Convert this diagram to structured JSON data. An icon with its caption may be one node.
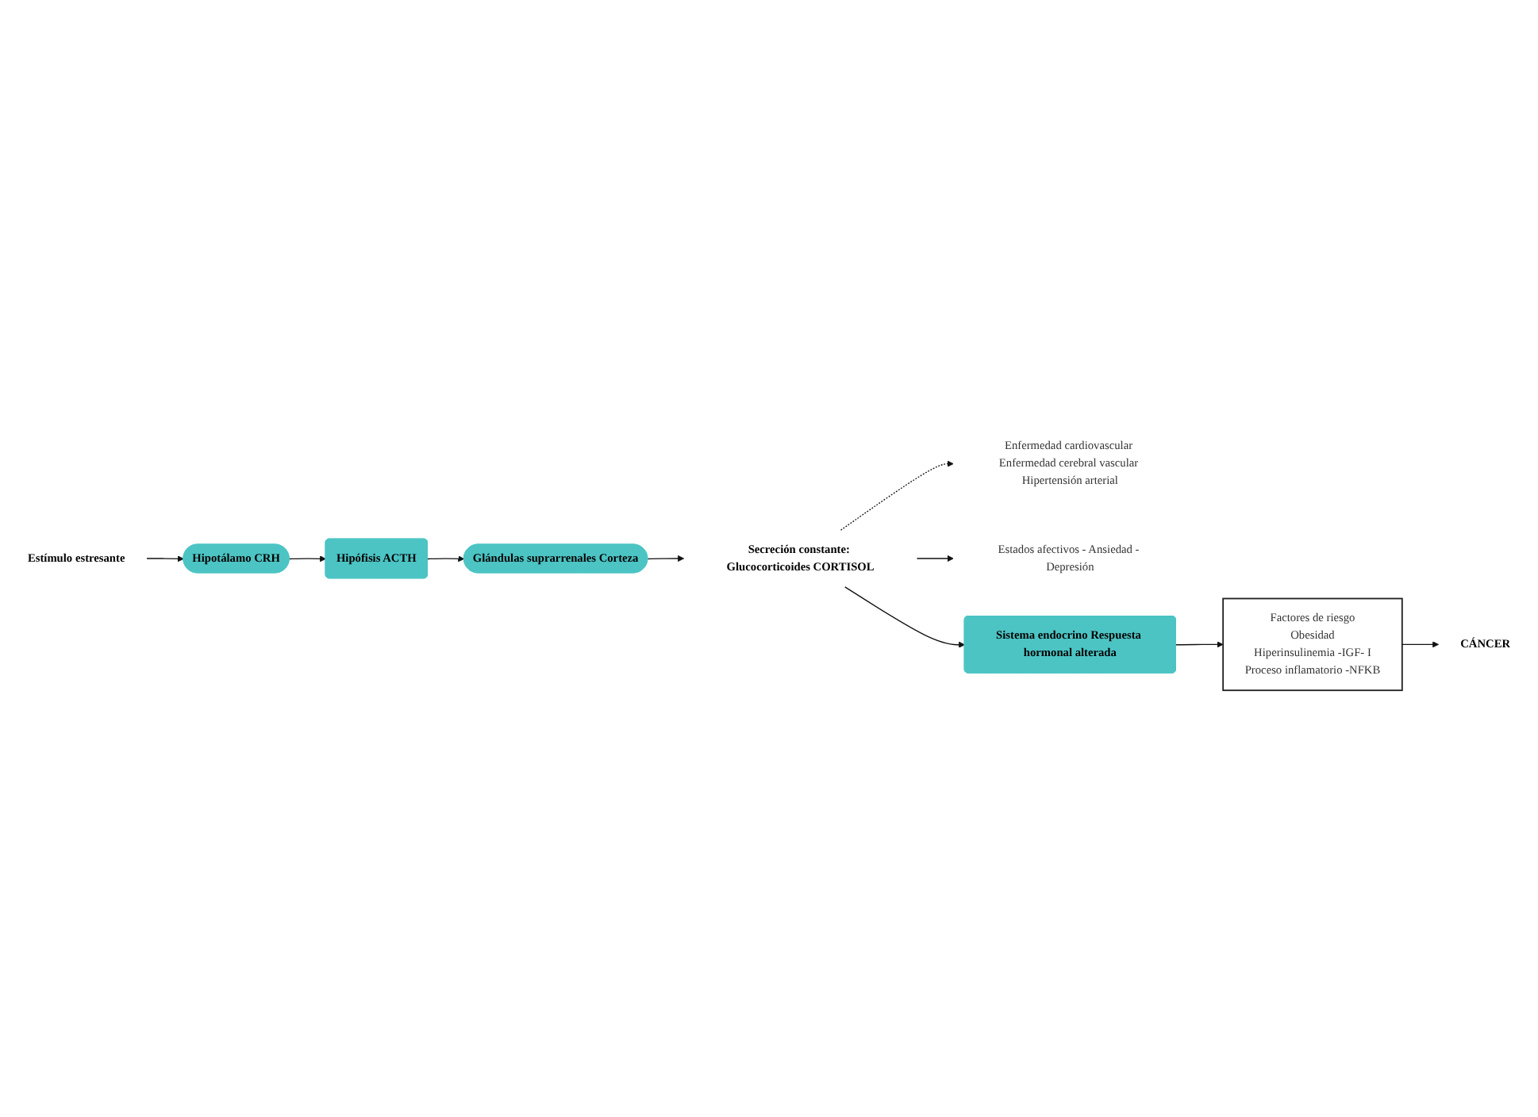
{
  "diagram": {
    "nodes": [
      {
        "text": [
          "Estímulo estresante"
        ]
      },
      {
        "text": [
          "Hipotálamo CRH"
        ]
      },
      {
        "text": [
          "Hipófisis ACTH"
        ]
      },
      {
        "text": [
          "Glándulas suprarrenales Corteza"
        ]
      },
      {
        "text": [
          "Secreción constante: Glucocorticoides CORTISOL"
        ]
      },
      {
        "text": [
          "Enfermedad cardiovascular Enfermedad cerebral vascular Hipertensión arterial"
        ]
      },
      {
        "text": [
          "Estados afectivos - Ansiedad - Depresión"
        ]
      },
      {
        "text": [
          "Sistema endocrino Respuesta hormonal alterada"
        ]
      },
      {
        "text": [
          "Factores de riesgo",
          "Obesidad",
          "Hiperinsulinemia -IGF- I",
          "Proceso inflamatorio -NFKB"
        ]
      },
      {
        "text": [
          "CÁNCER"
        ]
      }
    ],
    "edges": [
      {
        "from": 0,
        "to": 1,
        "arrow": "to"
      },
      {
        "from": 1,
        "to": 2,
        "arrow": "to"
      },
      {
        "from": 2,
        "to": 3,
        "arrow": "to"
      },
      {
        "from": 3,
        "to": 4,
        "arrow": "to"
      },
      {
        "from": 4,
        "to": 5,
        "arrow": "to",
        "style": "dashed"
      },
      {
        "from": 4,
        "to": 6,
        "arrow": "to"
      },
      {
        "from": 4,
        "to": 7,
        "arrow": "to"
      },
      {
        "from": 7,
        "to": 8,
        "arrow": "to"
      },
      {
        "from": 8,
        "to": 9,
        "arrow": "to"
      }
    ]
  }
}
